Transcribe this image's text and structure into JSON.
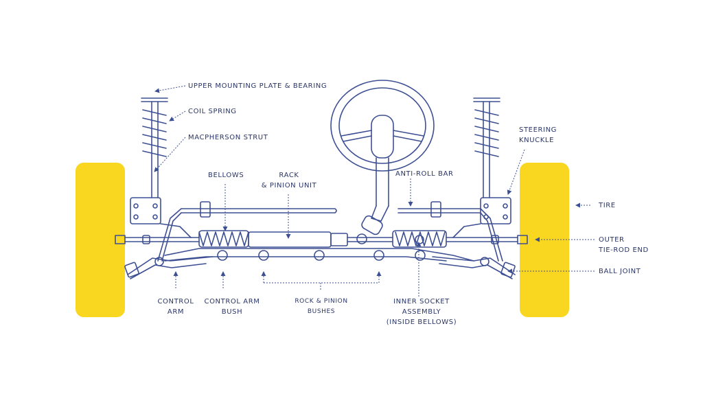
{
  "labels": {
    "upper_mount": "UPPER MOUNTING PLATE & BEARING",
    "coil_spring": "COIL SPRING",
    "macpherson": "MACPHERSON STRUT",
    "steering_knuckle_1": "STEERING",
    "steering_knuckle_2": "KNUCKLE",
    "bellows": "BELLOWS",
    "rack_1": "RACK",
    "rack_2": "& PINION UNIT",
    "anti_roll": "ANTI-ROLL BAR",
    "tire": "TIRE",
    "outer_tie_1": "OUTER",
    "outer_tie_2": "TIE-ROD END",
    "ball_joint": "BALL JOINT",
    "control_arm_1": "CONTROL",
    "control_arm_2": "ARM",
    "control_bush_1": "CONTROL ARM",
    "control_bush_2": "BUSH",
    "rack_bushes_1": "ROCK & PINION",
    "rack_bushes_2": "BUSHES",
    "inner_socket_1": "INNER SOCKET",
    "inner_socket_2": "ASSEMBLY",
    "inner_socket_3": "(INSIDE BELLOWS)"
  },
  "colors": {
    "line": "#3d4f93",
    "tire": "#f9d61f",
    "text": "#2a3566"
  }
}
